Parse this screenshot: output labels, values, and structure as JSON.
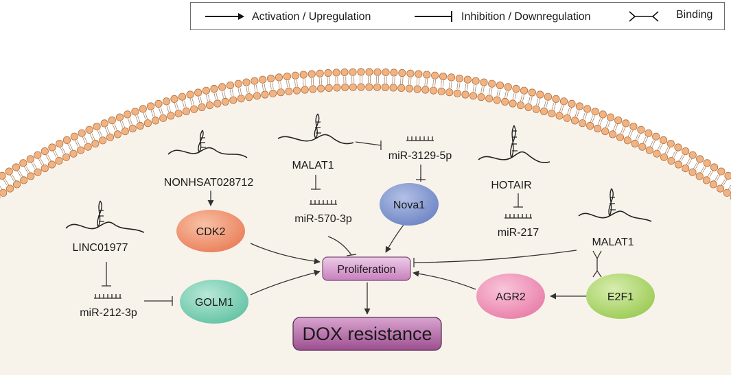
{
  "legend": {
    "activation": "Activation / Upregulation",
    "inhibition": "Inhibition / Downregulation",
    "binding": "Binding"
  },
  "nodes": {
    "nonhsat": "NONHSAT028712",
    "malat1_top": "MALAT1",
    "mir3129": "miR-3129-5p",
    "hotair": "HOTAIR",
    "mir570": "miR-570-3p",
    "linc01977": "LINC01977",
    "mir217": "miR-217",
    "malat1_right": "MALAT1",
    "mir212": "miR-212-3p",
    "cdk2": "CDK2",
    "nova1": "Nova1",
    "golm1": "GOLM1",
    "agr2": "AGR2",
    "e2f1": "E2F1",
    "proliferation": "Proliferation",
    "dox": "DOX resistance"
  },
  "colors": {
    "membrane_head": "#f2b383",
    "membrane_head_stroke": "#b0703e",
    "cytoplasm": "#f8f3ea",
    "cdk2": "#ee8f6c",
    "nova1": "#7f94cc",
    "golm1": "#7ccdb3",
    "agr2": "#ee92b8",
    "e2f1": "#aed56f",
    "proliferation": "#d596cc",
    "dox": "#b466a6"
  }
}
